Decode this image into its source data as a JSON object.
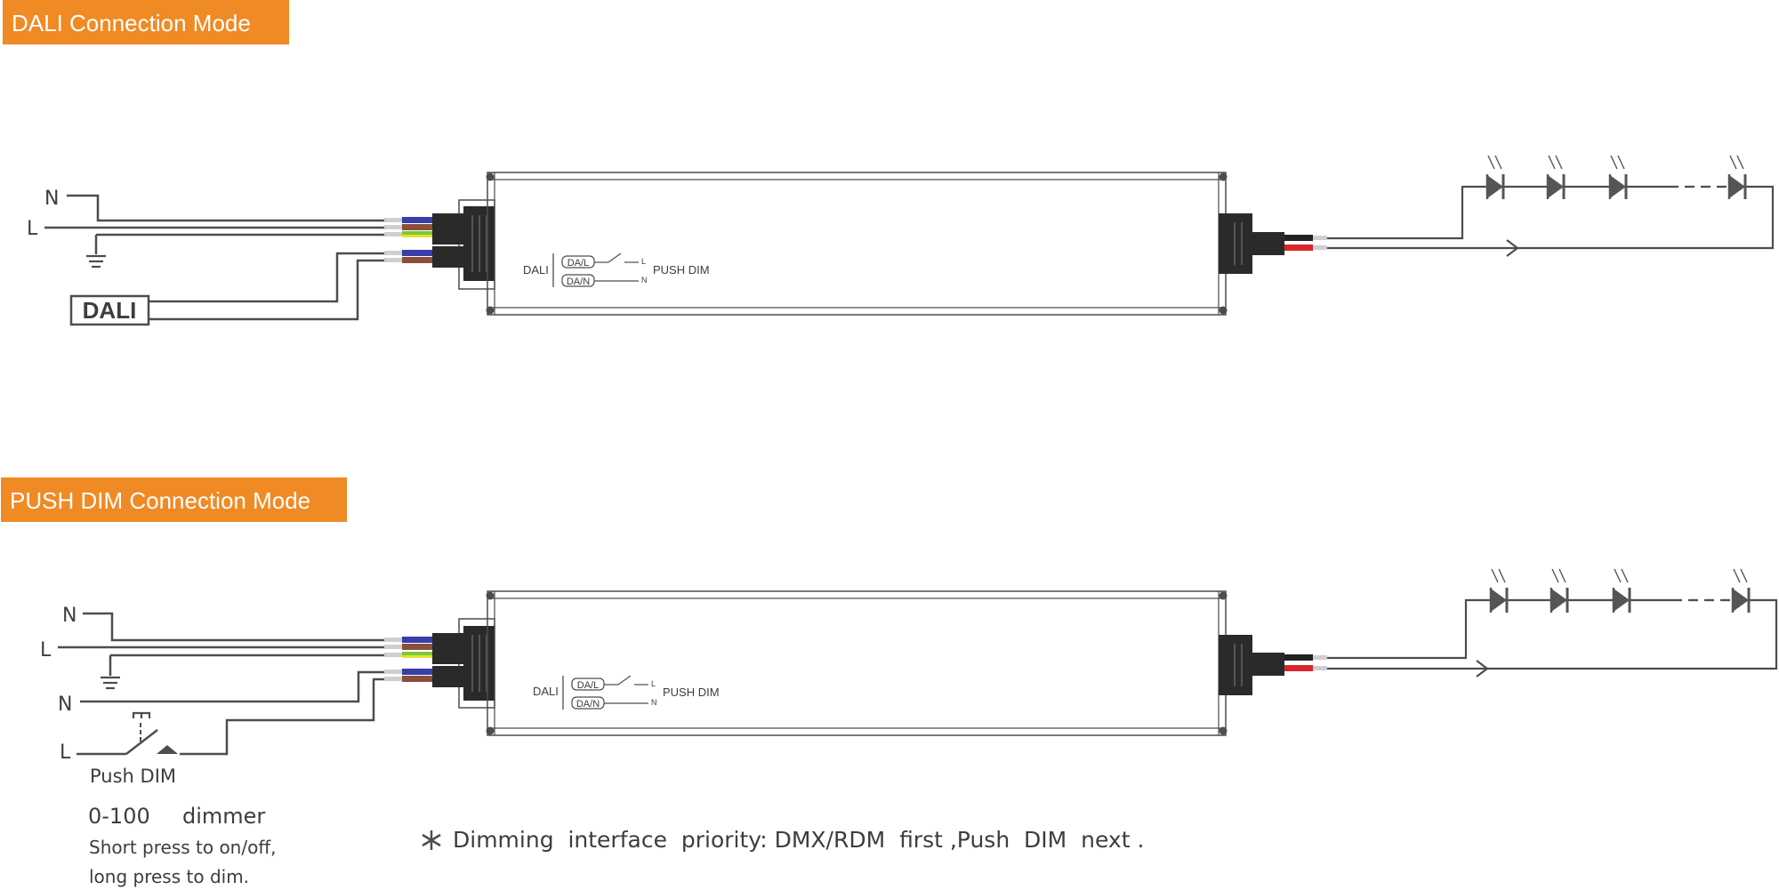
{
  "colors": {
    "accent": "#f08a24",
    "line": "#4d4d4d",
    "wire_blue": "#3a3ea8",
    "wire_brown": "#8a4f3c",
    "wire_green": "#7ec832",
    "wire_yellow": "#e5e03a",
    "wire_red": "#d8262c",
    "wire_black": "#222222"
  },
  "sections": [
    {
      "title": "DALI Connection Mode",
      "inputs": {
        "n": "N",
        "l": "L"
      },
      "dali_box": "DALI",
      "driver": {
        "dali_label": "DALI",
        "dal_tag": "DA/L",
        "dan_tag": "DA/N",
        "l_mark": "L",
        "n_mark": "N",
        "push_dim_label": "PUSH DIM"
      }
    },
    {
      "title": "PUSH DIM Connection Mode",
      "inputs": {
        "n": "N",
        "l": "L",
        "n2": "N",
        "l2": "L"
      },
      "push_dim_caption": "Push DIM",
      "driver": {
        "dali_label": "DALI",
        "dal_tag": "DA/L",
        "dan_tag": "DA/N",
        "l_mark": "L",
        "n_mark": "N",
        "push_dim_label": "PUSH DIM"
      },
      "dimmer_range": "0-100",
      "dimmer_word": "dimmer",
      "dimmer_note_1": "Short press to on/off,",
      "dimmer_note_2": "long press to dim.",
      "priority_note": "Dimming  interface  priority: DMX/RDM  first ,Push  DIM  next ."
    }
  ]
}
